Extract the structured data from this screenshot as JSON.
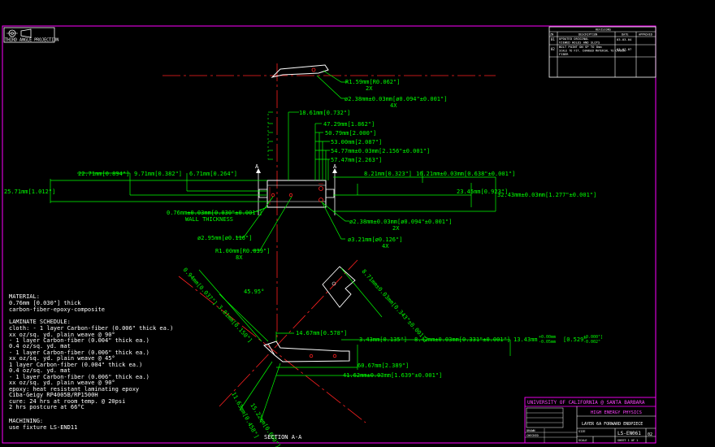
{
  "colors": {
    "background": "#000000",
    "border": "#ff00ff",
    "part": "#ffffff",
    "dimension": "#00ff00",
    "centerline": "#ff2020",
    "title_text": "#ff44ff"
  },
  "logo": {
    "caption": "THIRD ANGLE PROJECTION"
  },
  "revisions": {
    "header": "REVISIONS",
    "columns": [
      "ZN",
      "DESCRIPTION",
      "DATE",
      "APPROVED"
    ],
    "rows": [
      {
        "zone": "01",
        "description": "UPDATED ORIGINAL",
        "description2": "VIEWED HOLES AND SLOTS",
        "date": "03-03-04",
        "approved": ""
      },
      {
        "zone": "02",
        "description": "BOLT POINT ON SP TO 8mm",
        "description2": "SCALE TO FIT. CHANGED MATERIAL TO CARBON-",
        "description3": "FIBER",
        "date": "03-07-07",
        "approved": ""
      }
    ]
  },
  "notes": {
    "material_title": "MATERIAL:",
    "material_lines": [
      "0.76mm [0.030\"] thick",
      "carbon-fiber-epoxy-composite"
    ],
    "laminate_title": "LAMINATE SCHEDULE:",
    "laminate_lines": [
      "cloth: - 1 layer Carbon-fiber (0.006\" thick ea.)",
      "  xx oz/sq. yd. plain weave @ 90°",
      "  - 1 layer Carbon-fiber (0.004\" thick ea.)",
      "  0.4 oz/sq. yd. mat",
      "  - 1 layer Carbon-fiber (0.006\" thick ea.)",
      "  xx oz/sq. yd. plain weave @ 45°",
      "  1 layer Carbon-fiber (0.004\" thick ea.)",
      "  0.4 oz/sq. yd. mat",
      "  - 1 layer Carbon-fiber (0.006\" thick ea.)",
      "  xx oz/sq. yd. plain weave @ 90°",
      "epoxy: heat resistant laminating epoxy",
      "  Ciba-Geigy RP4005B/RP1500H",
      "cure: 24 hrs at room temp. @ 20psi",
      "  2 hrs postcure at 66°C"
    ],
    "machining_title": "MACHINING:",
    "machining_lines": [
      "use fixture LS-END11"
    ]
  },
  "dimensions_top": [
    {
      "id": "d1",
      "text": "R1.59mm[R0.062\"]",
      "sub": "2X"
    },
    {
      "id": "d2",
      "text": "ø2.38mm±0.03mm[ø0.094\"±0.001\"]",
      "sub": "4X"
    },
    {
      "id": "d3",
      "text": "18.61mm[0.732\"]"
    },
    {
      "id": "d4",
      "text": "47.29mm[1.862\"]"
    },
    {
      "id": "d5",
      "text": "50.79mm[2.000\"]"
    },
    {
      "id": "d6",
      "text": "53.00mm[2.087\"]"
    },
    {
      "id": "d7",
      "text": "54.77mm±0.03mm[2.156\"±0.001\"]"
    },
    {
      "id": "d8",
      "text": "57.47mm[2.263\"]"
    },
    {
      "id": "d9",
      "text": "22.71mm[0.894\"]"
    },
    {
      "id": "d10",
      "text": "9.71mm[0.382\"]"
    },
    {
      "id": "d11",
      "text": "6.71mm[0.264\"]"
    },
    {
      "id": "d12",
      "text": "8.21mm[0.323\"]"
    },
    {
      "id": "d13",
      "text": "16.21mm±0.03mm[0.638\"±0.001\"]"
    },
    {
      "id": "d14",
      "text": "25.71mm[1.012\"]"
    },
    {
      "id": "d15",
      "text": "23.45mm[0.923\"]"
    },
    {
      "id": "d16",
      "text": "32.43mm±0.03mm[1.277\"±0.001\"]"
    },
    {
      "id": "d17",
      "text": "0.76mm±0.03mm[0.030\"±0.001\"]",
      "sub": "WALL THICKNESS"
    },
    {
      "id": "d18",
      "text": "ø2.38mm±0.03mm[ø0.094\"±0.001\"]",
      "sub": "2X"
    },
    {
      "id": "d19",
      "text": "ø2.95mm[ø0.116\"]"
    },
    {
      "id": "d20",
      "text": "ø3.21mm[ø0.126\"]",
      "sub": "4X"
    },
    {
      "id": "d21",
      "text": "R1.00mm[R0.039\"]",
      "sub": "8X"
    }
  ],
  "section_marks": {
    "left": "A",
    "right": "A"
  },
  "dimensions_bottom": [
    {
      "id": "b1",
      "text": "0.94mm[0.037\"]"
    },
    {
      "id": "b2",
      "text": "45.95°"
    },
    {
      "id": "b3",
      "text": "3.81mm[0.150\"]"
    },
    {
      "id": "b4",
      "text": "14.67mm[0.578\"]"
    },
    {
      "id": "b5",
      "text": "3.43mm[0.135\"]"
    },
    {
      "id": "b6",
      "text": "8.42mm±0.03mm[0.331\"±0.001\"]"
    },
    {
      "id": "b7",
      "text": "13.43mm"
    },
    {
      "id": "b7t",
      "text": "+0.00mm",
      "sub": "-0.05mm"
    },
    {
      "id": "b7i",
      "text": "[0.529\"",
      "sub": "+0.000\"]"
    },
    {
      "id": "b7j",
      "text": "-0.002\""
    },
    {
      "id": "b8",
      "text": "60.67mm[2.389\"]"
    },
    {
      "id": "b9",
      "text": "41.62mm±0.03mm[1.639\"±0.001\"]"
    },
    {
      "id": "b10",
      "text": "8.71mm±0.03mm[0.343\"±0.001\"]"
    },
    {
      "id": "b11",
      "text": "15.22mm[0.600\"]"
    },
    {
      "id": "b12",
      "text": "11.63mm[0.458\"]"
    }
  ],
  "section_label": "SECTION A-A",
  "title_block": {
    "university": "UNIVERSITY OF CALIFORNIA @ SANTA BARBARA",
    "dept": "HIGH ENERGY PHYSICS",
    "part_name": "LAYER 6A FORWARD ENDPIECE",
    "drawing_no": "LS-EN061",
    "sheet": "SIZE",
    "rev": "02",
    "scale": "SCALE",
    "sheet_of": "SHEET 1 OF 1",
    "drawn_by": "DRAWN",
    "checked": "CHECKED"
  }
}
